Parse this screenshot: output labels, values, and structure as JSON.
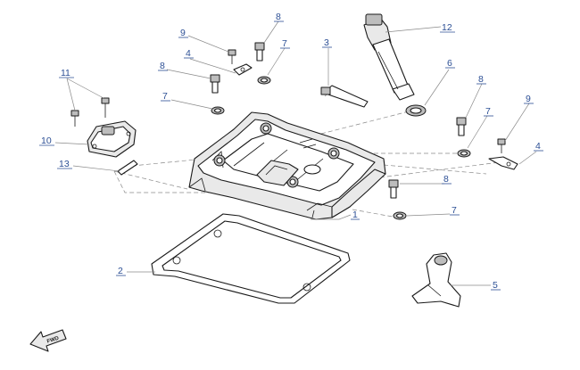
{
  "callouts": [
    {
      "id": "1",
      "label": "1"
    },
    {
      "id": "2",
      "label": "2"
    },
    {
      "id": "3",
      "label": "3"
    },
    {
      "id": "4a",
      "label": "4"
    },
    {
      "id": "4b",
      "label": "4"
    },
    {
      "id": "5",
      "label": "5"
    },
    {
      "id": "6",
      "label": "6"
    },
    {
      "id": "7a",
      "label": "7"
    },
    {
      "id": "7b",
      "label": "7"
    },
    {
      "id": "7c",
      "label": "7"
    },
    {
      "id": "7d",
      "label": "7"
    },
    {
      "id": "8a",
      "label": "8"
    },
    {
      "id": "8b",
      "label": "8"
    },
    {
      "id": "8c",
      "label": "8"
    },
    {
      "id": "8d",
      "label": "8"
    },
    {
      "id": "9a",
      "label": "9"
    },
    {
      "id": "9b",
      "label": "9"
    },
    {
      "id": "10",
      "label": "10"
    },
    {
      "id": "11",
      "label": "11"
    },
    {
      "id": "12",
      "label": "12"
    },
    {
      "id": "13",
      "label": "13"
    }
  ],
  "fwd_label": "FWD",
  "colors": {
    "callout": "#2c4f95",
    "line": "#1a1a1a",
    "leader": "#8a8a8a"
  }
}
